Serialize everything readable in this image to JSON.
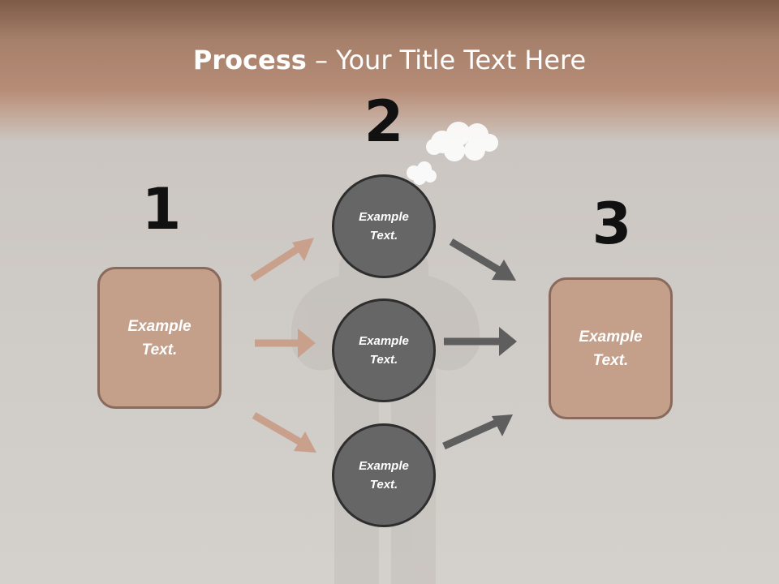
{
  "slide": {
    "title_bold": "Process",
    "title_rest": " – Your Title Text Here",
    "steps": [
      {
        "number": "1",
        "text_line1": "Example",
        "text_line2": "Text."
      },
      {
        "number": "2"
      },
      {
        "number": "3",
        "text_line1": "Example",
        "text_line2": "Text."
      }
    ],
    "circles": [
      {
        "text_line1": "Example",
        "text_line2": "Text."
      },
      {
        "text_line1": "Example",
        "text_line2": "Text."
      },
      {
        "text_line1": "Example",
        "text_line2": "Text."
      }
    ]
  },
  "colors": {
    "box_fill": "#c4a08b",
    "box_border": "#8a6a5c",
    "circle_fill": "#666666",
    "circle_border": "#2e2e2e",
    "arrow_light": "#c9a08b",
    "arrow_dark": "#5e5e5e"
  }
}
